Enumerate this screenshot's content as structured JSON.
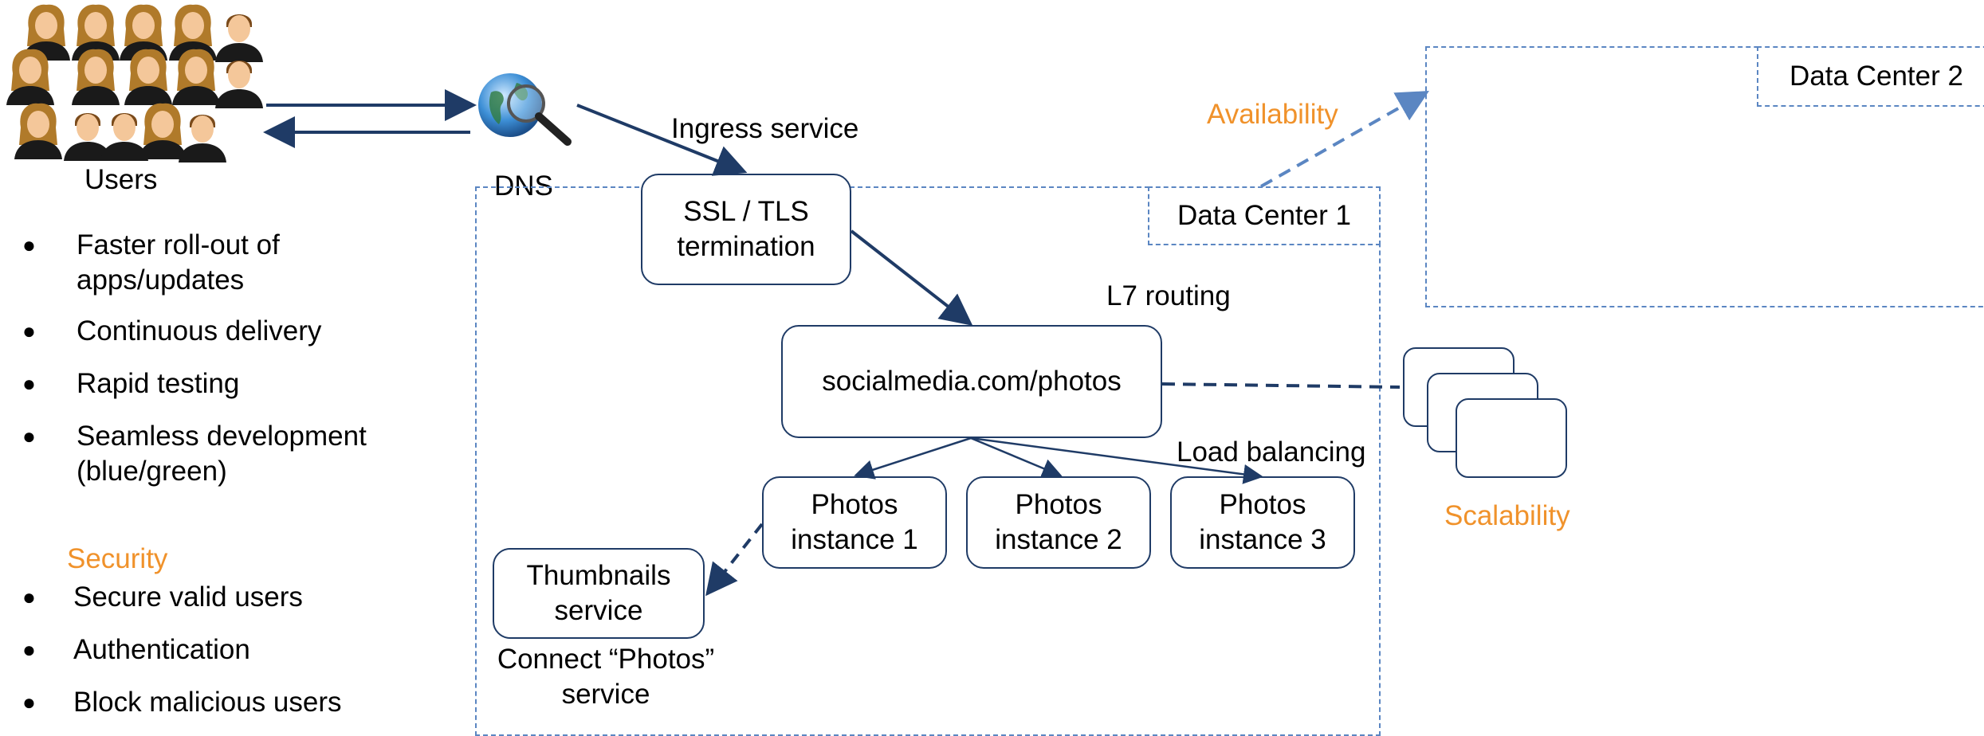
{
  "users": {
    "label": "Users",
    "count": 15
  },
  "dns": {
    "label": "DNS"
  },
  "ingress": {
    "label": "Ingress service"
  },
  "ssl": {
    "line1": "SSL / TLS",
    "line2": "termination"
  },
  "l7": {
    "label": "L7 routing"
  },
  "route": {
    "label": "socialmedia.com/photos"
  },
  "load_balancing": {
    "label": "Load balancing"
  },
  "instances": [
    {
      "line1": "Photos",
      "line2": "instance 1"
    },
    {
      "line1": "Photos",
      "line2": "instance 2"
    },
    {
      "line1": "Photos",
      "line2": "instance 3"
    }
  ],
  "thumbnails": {
    "line1": "Thumbnails",
    "line2": "service"
  },
  "connect": {
    "line1": "Connect “Photos”",
    "line2": "service"
  },
  "datacenter1": {
    "label": "Data Center 1"
  },
  "datacenter2": {
    "label": "Data Center 2"
  },
  "availability": {
    "label": "Availability"
  },
  "scalability": {
    "label": "Scalability"
  },
  "benefits": [
    {
      "line1": "Faster roll-out of",
      "line2": "apps/updates"
    },
    {
      "line1": "Continuous delivery",
      "line2": ""
    },
    {
      "line1": "Rapid testing",
      "line2": ""
    },
    {
      "line1": "Seamless development",
      "line2": "(blue/green)"
    }
  ],
  "security": {
    "heading": "Security",
    "items": [
      "Secure valid users",
      "Authentication",
      "Block malicious users"
    ]
  },
  "colors": {
    "accent": "#f0922b",
    "line": "#1f3b66",
    "dashed": "#5b86c2"
  }
}
